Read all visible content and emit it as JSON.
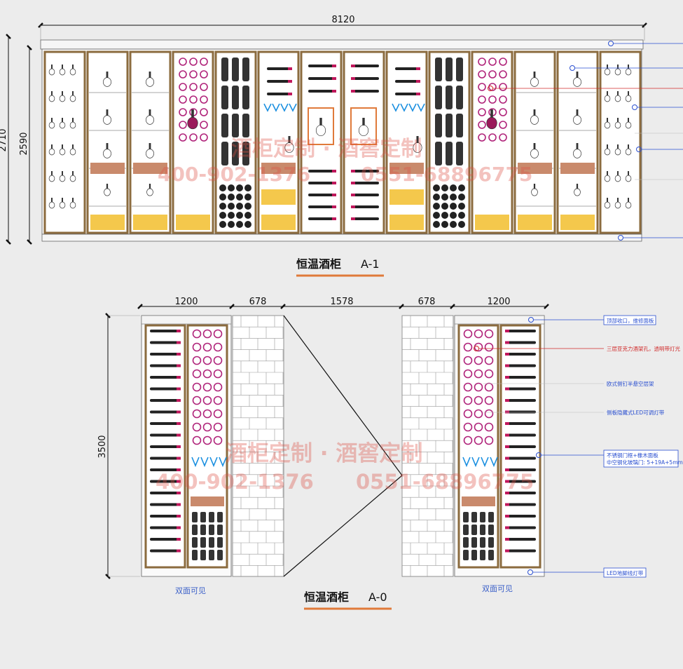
{
  "top": {
    "width_dim": "8120",
    "height_dim_outer": "2710",
    "height_dim_inner": "2590",
    "title": "恒温酒柜",
    "code": "A-1"
  },
  "bottom": {
    "dims": [
      "1200",
      "678",
      "1578",
      "678",
      "1200"
    ],
    "height_dim": "3500",
    "title": "恒温酒柜",
    "code": "A-0",
    "caption_left": "双面可见",
    "caption_right": "双面可见"
  },
  "notes": {
    "n1": "顶部收口，维修面板",
    "n2": "三层亚克力酒架孔，透明带灯光",
    "n3": "欧式侧钉半悬空层架",
    "n4": "侧板隐藏式LED可调灯带",
    "n5a": "不锈钢门框+橡木面板",
    "n5b": "中空钢化玻璃门: 5+19A+5mm",
    "n6": "LED地脚线灯带"
  },
  "watermark": {
    "line1": "酒柜定制 · 酒窖定制",
    "line2_left": "400-902-1376",
    "line2_right": "0551-68896775"
  },
  "colors": {
    "background": "#ececec",
    "frame": "#8b6b3e",
    "shelf_wood": "#c98a6c",
    "led_yellow": "#f4c84c",
    "annotation_blue": "#2a4fd0",
    "annotation_red": "#d02a2a",
    "title_underline": "#e07a3a"
  }
}
